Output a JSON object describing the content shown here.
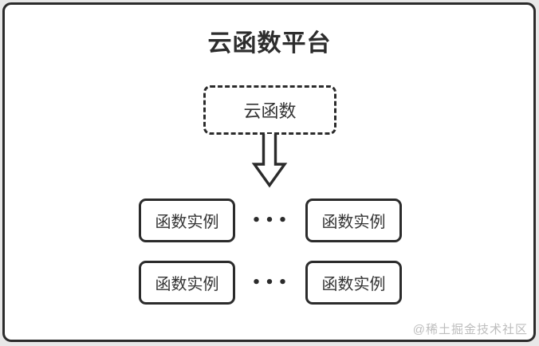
{
  "diagram": {
    "title": "云函数平台",
    "cloud_function": {
      "label": "云函数"
    },
    "ellipsis": "•••",
    "rows": [
      {
        "boxes": [
          {
            "label": "函数实例"
          },
          {
            "label": "函数实例"
          }
        ]
      },
      {
        "boxes": [
          {
            "label": "函数实例"
          },
          {
            "label": "函数实例"
          }
        ]
      }
    ],
    "watermark": "@稀土掘金技术社区",
    "colors": {
      "stroke": "#2b2b2b",
      "canvas_bg": "#ffffff",
      "page_bg": "#e8e8e8",
      "watermark_text": "#bdbdbd"
    }
  }
}
